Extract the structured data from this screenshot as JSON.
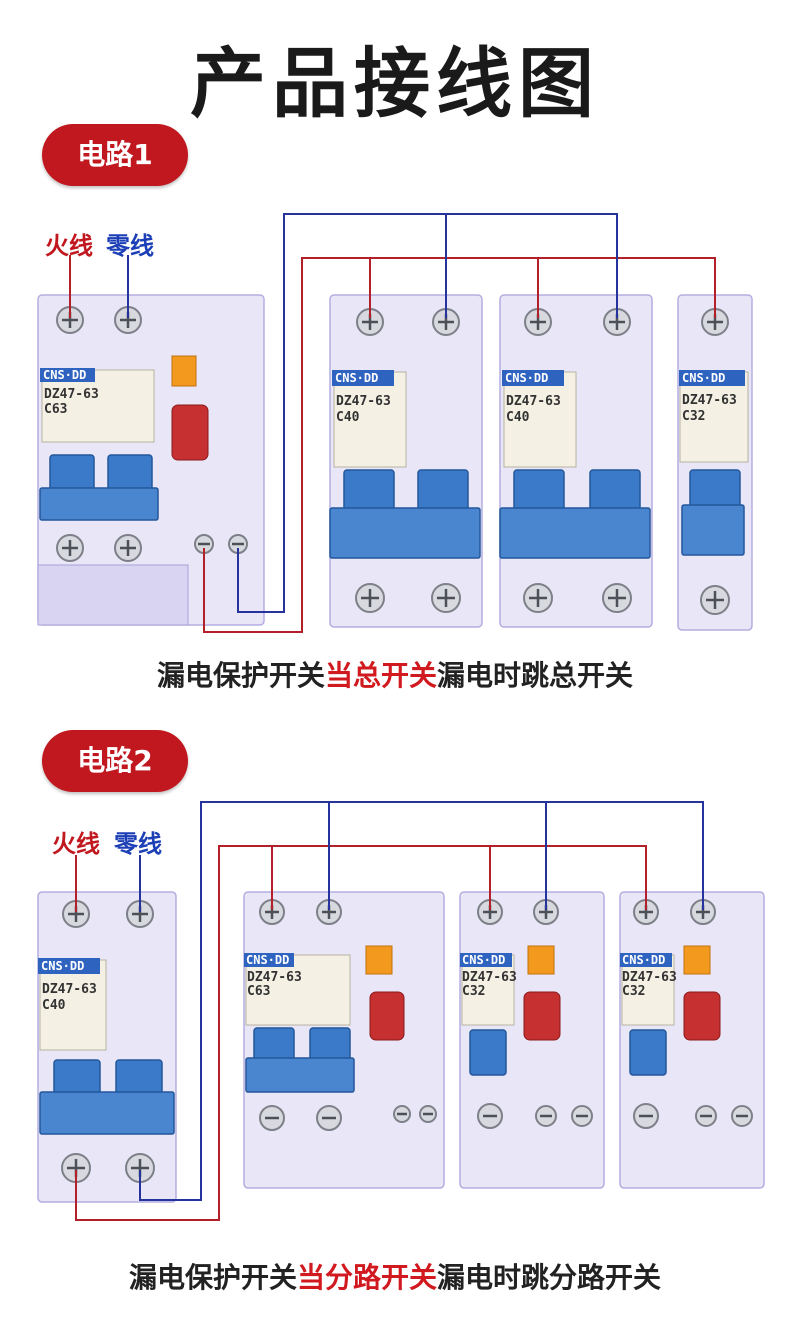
{
  "title": "产品接线图",
  "circuit1": {
    "badge": "电路1",
    "live": "火线",
    "neutral": "零线",
    "caption_pre": "漏电保护开关",
    "caption_hl": "当总开关",
    "caption_post": "漏电时跳总开关",
    "brand": "CNS·DD",
    "models": [
      {
        "line1": "DZ47-63",
        "line2": "C63"
      },
      {
        "line1": "DZ47-63",
        "line2": "C40"
      },
      {
        "line1": "DZ47-63",
        "line2": "C40"
      },
      {
        "line1": "DZ47-63",
        "line2": "C32"
      }
    ]
  },
  "circuit2": {
    "badge": "电路2",
    "live": "火线",
    "neutral": "零线",
    "caption_pre": "漏电保护开关",
    "caption_hl": "当分路开关",
    "caption_post": "漏电时跳分路开关",
    "brand": "CNS·DD",
    "models": [
      {
        "line1": "DZ47-63",
        "line2": "C40"
      },
      {
        "line1": "DZ47-63",
        "line2": "C63"
      },
      {
        "line1": "DZ47-63",
        "line2": "C32"
      },
      {
        "line1": "DZ47-63",
        "line2": "C32"
      }
    ]
  },
  "colors": {
    "accent": "#c0181e",
    "live": "#b3202a",
    "neutral": "#26339c",
    "lever": "#3a7ac8"
  }
}
